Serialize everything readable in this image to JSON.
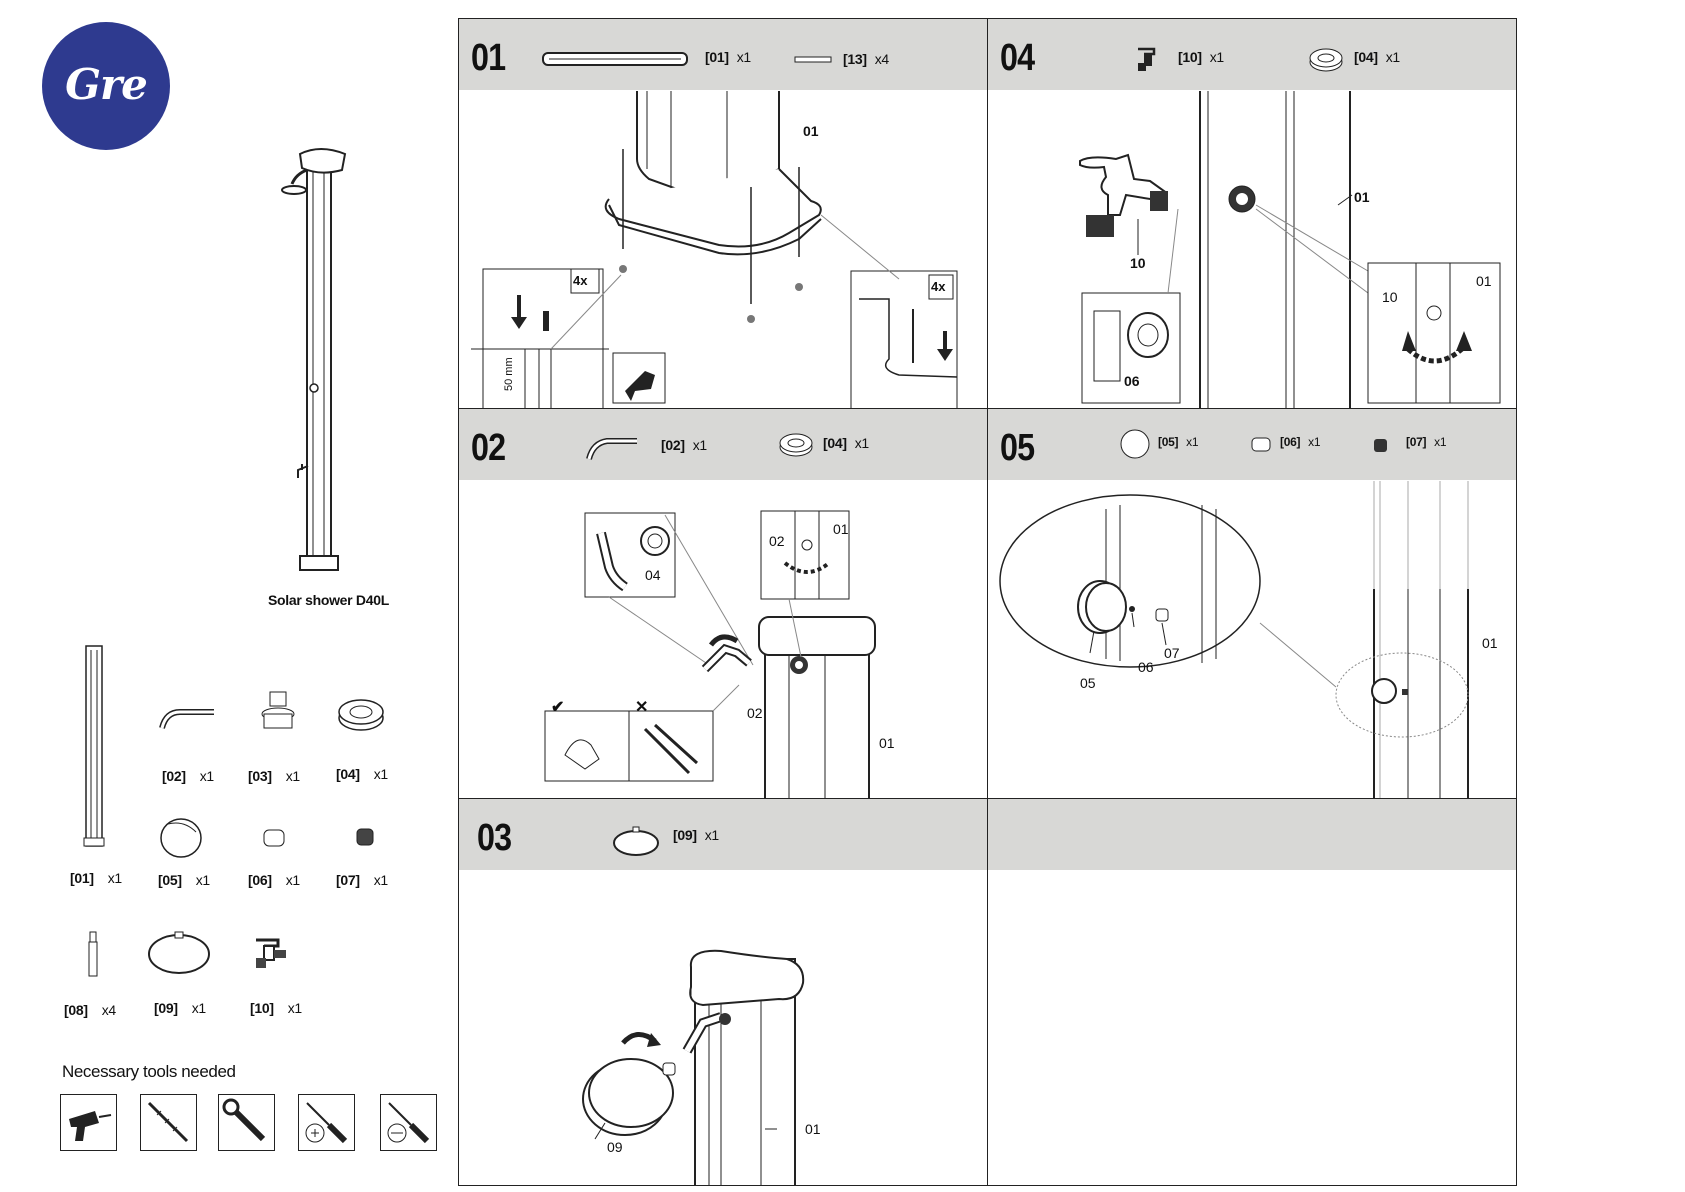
{
  "brand": {
    "logo_text": "Gre",
    "color": "#2e3a8f"
  },
  "product": {
    "name": "Solar shower D40L"
  },
  "parts": [
    {
      "ref": "[01]",
      "qty": "x1"
    },
    {
      "ref": "[02]",
      "qty": "x1"
    },
    {
      "ref": "[03]",
      "qty": "x1"
    },
    {
      "ref": "[04]",
      "qty": "x1"
    },
    {
      "ref": "[05]",
      "qty": "x1"
    },
    {
      "ref": "[06]",
      "qty": "x1"
    },
    {
      "ref": "[07]",
      "qty": "x1"
    },
    {
      "ref": "[08]",
      "qty": "x4"
    },
    {
      "ref": "[09]",
      "qty": "x1"
    },
    {
      "ref": "[10]",
      "qty": "x1"
    }
  ],
  "tools": {
    "title": "Necessary tools needed",
    "icons": [
      "drill-icon",
      "drill-bit-icon",
      "wrench-icon",
      "phillips-screwdriver-icon",
      "flat-screwdriver-icon"
    ]
  },
  "steps": {
    "s01": {
      "num": "01",
      "parts": [
        {
          "ref": "[01]",
          "qty": "x1"
        },
        {
          "ref": "[13]",
          "qty": "x4"
        }
      ],
      "callouts": {
        "part": "01",
        "qty_left": "4x",
        "qty_right": "4x",
        "depth": "50 mm"
      }
    },
    "s02": {
      "num": "02",
      "parts": [
        {
          "ref": "[02]",
          "qty": "x1"
        },
        {
          "ref": "[04]",
          "qty": "x1"
        }
      ],
      "callouts": {
        "c04": "04",
        "c02a": "02",
        "c01a": "01",
        "c02b": "02",
        "c01b": "01",
        "ok": "✔",
        "no": "✕"
      }
    },
    "s03": {
      "num": "03",
      "parts": [
        {
          "ref": "[09]",
          "qty": "x1"
        }
      ],
      "callouts": {
        "c09": "09",
        "c01": "01"
      }
    },
    "s04": {
      "num": "04",
      "parts": [
        {
          "ref": "[10]",
          "qty": "x1"
        },
        {
          "ref": "[04]",
          "qty": "x1"
        }
      ],
      "callouts": {
        "c10a": "10",
        "c06": "06",
        "c01a": "01",
        "c10b": "10",
        "c01b": "01"
      }
    },
    "s05": {
      "num": "05",
      "parts": [
        {
          "ref": "[05]",
          "qty": "x1"
        },
        {
          "ref": "[06]",
          "qty": "x1"
        },
        {
          "ref": "[07]",
          "qty": "x1"
        }
      ],
      "callouts": {
        "c07": "07",
        "c06": "06",
        "c05": "05",
        "c01": "01"
      }
    }
  }
}
